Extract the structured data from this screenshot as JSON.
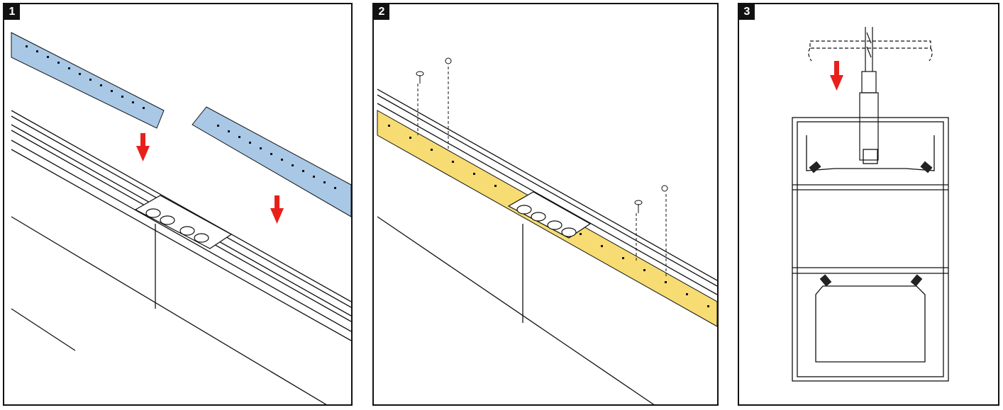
{
  "steps": [
    {
      "number": "1"
    },
    {
      "number": "2"
    },
    {
      "number": "3"
    }
  ],
  "colors": {
    "outline": "#111111",
    "arrow": "#e8201a",
    "led_module_blue": "#a9c8e6",
    "led_module_yellow": "#f6dc73",
    "grommet_dark": "#222222"
  },
  "icons": [
    "down-arrow-icon",
    "screw-icon",
    "led-module",
    "suspension-cable"
  ]
}
